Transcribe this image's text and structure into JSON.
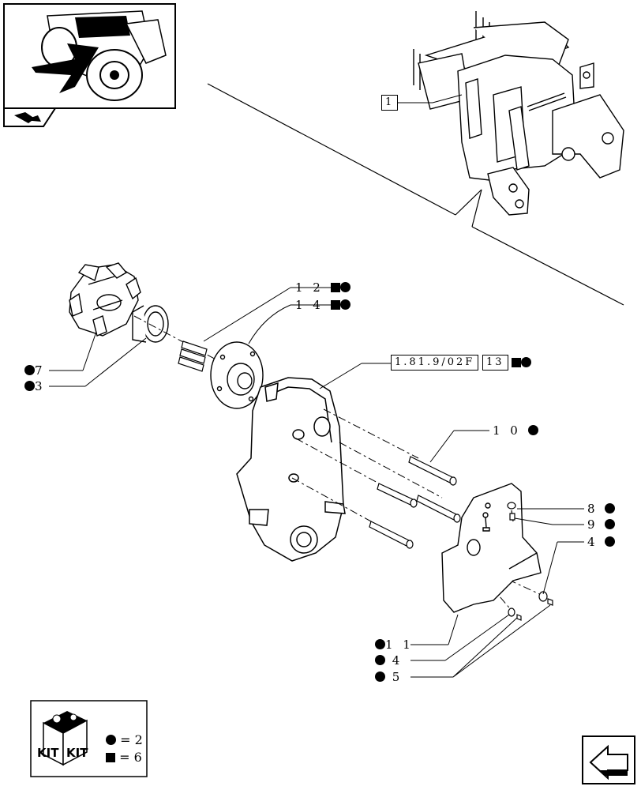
{
  "callouts": {
    "c1": "1",
    "c12": "1 2",
    "c14": "1 4",
    "ref_code": "1.81.9/02F",
    "ref_13": "13",
    "c7": "7",
    "c3": "3",
    "c10": "1 0",
    "c8": "8",
    "c9": "9",
    "c4a": "4",
    "c11": "1 1",
    "c4b": "4",
    "c5": "5"
  },
  "kit": {
    "label_left": "KIT",
    "label_right": "KIT",
    "dot_count": "= 2",
    "square_count": "= 6"
  },
  "colors": {
    "ink": "#000000",
    "paper": "#ffffff"
  },
  "icons": [
    "tractor-thumbnail",
    "page-back-icon",
    "kit-box-icon",
    "next-page-arrow-icon"
  ]
}
